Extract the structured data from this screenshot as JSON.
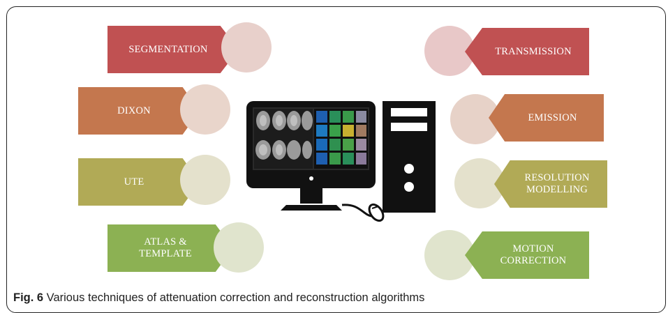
{
  "techniques_left": [
    {
      "label": "SEGMENTATION",
      "color": "#c05152",
      "circle": "#e8d0cb"
    },
    {
      "label": "DIXON",
      "color": "#c4774e",
      "circle": "#e9d5cb"
    },
    {
      "label": "UTE",
      "color": "#b1aa56",
      "circle": "#e4e1cc"
    },
    {
      "label": "ATLAS &\nTEMPLATE",
      "color": "#8cb153",
      "circle": "#e0e4cd"
    }
  ],
  "techniques_right": [
    {
      "label": "TRANSMISSION",
      "color": "#c05152",
      "circle": "#e8c8c8"
    },
    {
      "label": "EMISSION",
      "color": "#c4774e",
      "circle": "#e7d2c8"
    },
    {
      "label": "RESOLUTION\nMODELLING",
      "color": "#b1aa56",
      "circle": "#e4e1cc"
    },
    {
      "label": "MOTION\nCORRECTION",
      "color": "#8cb153",
      "circle": "#e0e4cd"
    }
  ],
  "caption": {
    "label": "Fig. 6",
    "text": " Various techniques of attenuation correction and reconstruction algorithms"
  },
  "icons": [
    "computer-monitor-icon",
    "pc-tower-icon",
    "mouse-icon",
    "brain-scan-image"
  ]
}
